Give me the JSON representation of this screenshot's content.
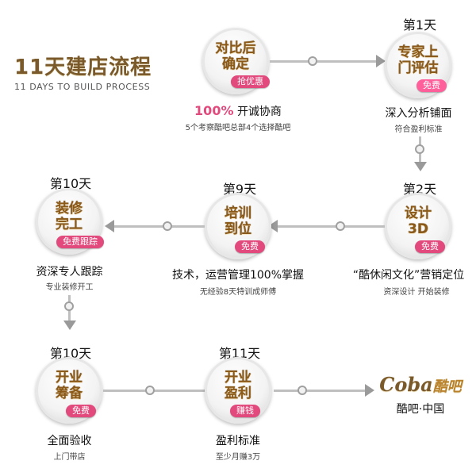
{
  "title": {
    "cn": "11天建店流程",
    "en": "11 DAYS TO BUILD PROCESS"
  },
  "steps": [
    {
      "id": "s1",
      "node_label": "对比后\n确定",
      "badge": "抢优惠",
      "main_pct": "100%",
      "main_text": "开诚协商",
      "sub": "5个考察酷吧总部4个选择酷吧"
    },
    {
      "id": "s2",
      "day": "第1天",
      "node_label": "专家上\n门评估",
      "badge": "免费",
      "main": "深入分析铺面",
      "sub": "符合盈利标准"
    },
    {
      "id": "s3",
      "day": "第2天",
      "node_label": "设计\n3D",
      "badge": "免费",
      "main": "“酷休闲文化”营销定位",
      "sub": "资深设计 开始装修"
    },
    {
      "id": "s4",
      "day": "第9天",
      "node_label": "培训\n到位",
      "badge": "免费",
      "main": "技术，运营管理100%掌握",
      "sub": "无经验8天特训成师傅"
    },
    {
      "id": "s5",
      "day": "第10天",
      "node_label": "装修\n完工",
      "badge": "免费跟踪",
      "main": "资深专人跟踪",
      "sub": "专业装修开工"
    },
    {
      "id": "s6",
      "day": "第10天",
      "node_label": "开业\n筹备",
      "badge": "免费",
      "main": "全面验收",
      "sub": "上门带店"
    },
    {
      "id": "s7",
      "day": "第11天",
      "node_label": "开业\n盈利",
      "badge": "赚钱",
      "main": "盈利标准",
      "sub": "至少月赚3万"
    }
  ],
  "logo": {
    "brand_en": "Coba",
    "brand_cn": "酷吧",
    "tagline": "酷吧·中国"
  },
  "colors": {
    "accent_brown": "#8b5a19",
    "badge_pink": "#e24a7e",
    "connector": "#bfbfbf"
  }
}
